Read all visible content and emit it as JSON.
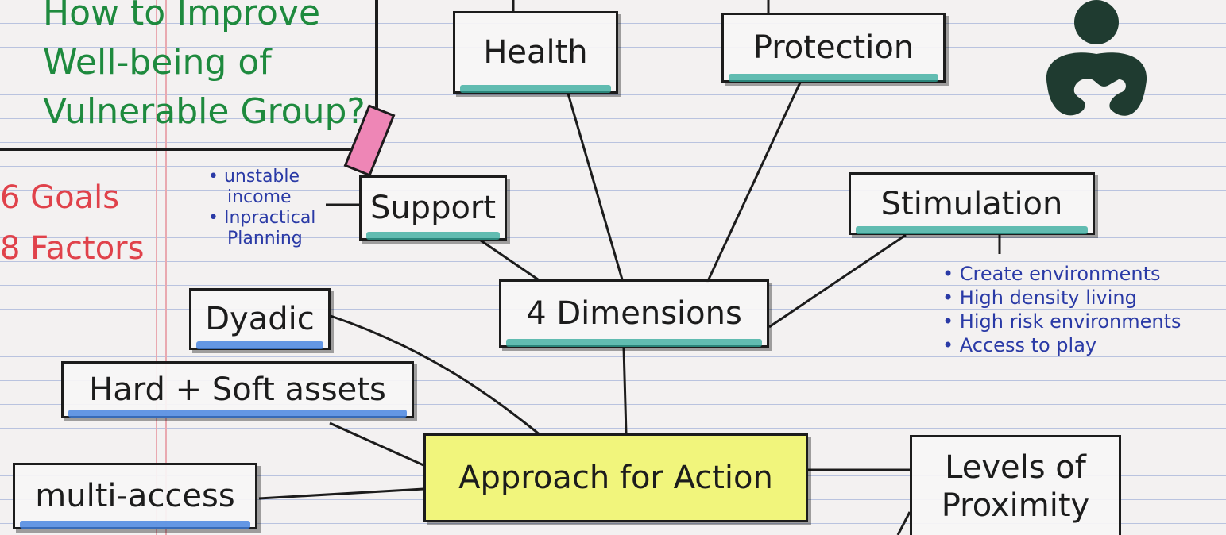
{
  "question": {
    "lines": [
      "How to Improve",
      "Well-being of",
      "Vulnerable Group?"
    ]
  },
  "notes": {
    "goals": "6 Goals",
    "factors": "8 Factors"
  },
  "support_notes": [
    "• unstable",
    "income",
    "• Inpractical",
    "Planning"
  ],
  "stimulation_notes": [
    "• Create environments",
    "• High density living",
    "• High risk environments",
    "• Access to play"
  ],
  "nodes": {
    "health": "Health",
    "protection": "Protection",
    "support": "Support",
    "stimulation": "Stimulation",
    "dimensions": "4 Dimensions",
    "dyadic": "Dyadic",
    "assets": "Hard + Soft assets",
    "multi_access": "multi-access",
    "approach": "Approach for Action",
    "levels": [
      "Levels of",
      "Proximity"
    ]
  },
  "colors": {
    "question_text": "#1e8a3e",
    "notes_red": "#e0424b",
    "notes_blue": "#2a3aa6",
    "highlight_teal": "#2fa89a",
    "highlight_blue": "#3f7fe0",
    "highlight_yellow": "#f1f57c",
    "icon_green": "#1f3b30"
  },
  "icons": {
    "person": "person-icon"
  }
}
